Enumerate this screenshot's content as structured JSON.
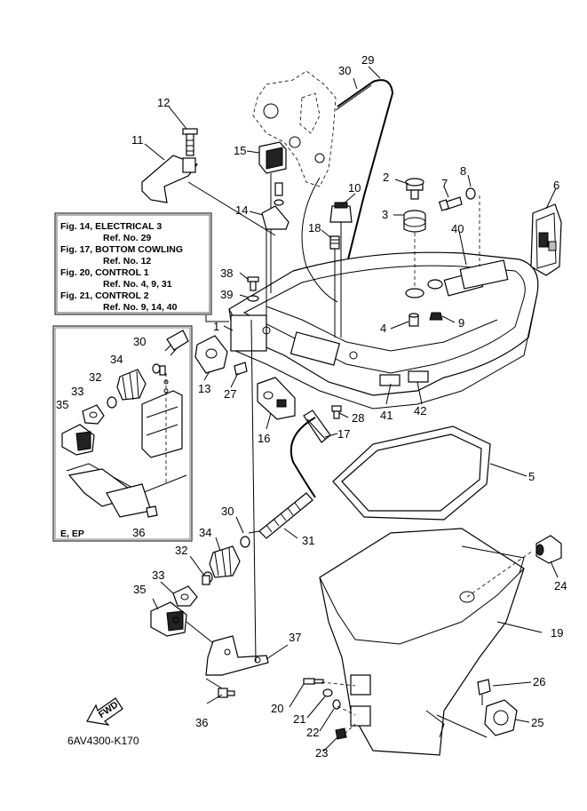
{
  "reference_box": {
    "lines": [
      "Fig. 14, ELECTRICAL 3",
      "Ref. No. 29",
      "Fig. 17, BOTTOM COWLING",
      "Ref. No. 12",
      "Fig. 20, CONTROL 1",
      "Ref. No. 4, 9, 31",
      "Fig. 21, CONTROL 2",
      "Ref. No. 9, 14, 40"
    ]
  },
  "inset": {
    "label": "E, EP"
  },
  "fwd_label": "FWD",
  "drawing_code": "6AV4300-K170",
  "callouts": {
    "c1": "1",
    "c2": "2",
    "c3": "3",
    "c4": "4",
    "c5": "5",
    "c6": "6",
    "c7": "7",
    "c8": "8",
    "c9": "9",
    "c10": "10",
    "c11": "11",
    "c12": "12",
    "c13": "13",
    "c14": "14",
    "c15": "15",
    "c16": "16",
    "c17": "17",
    "c18": "18",
    "c19": "19",
    "c20": "20",
    "c21": "21",
    "c22": "22",
    "c23": "23",
    "c24": "24",
    "c25": "25",
    "c26": "26",
    "c27": "27",
    "c28": "28",
    "c29": "29",
    "c30": "30",
    "c31": "31",
    "c32": "32",
    "c33": "33",
    "c34": "34",
    "c35": "35",
    "c36": "36",
    "c37": "37",
    "c38": "38",
    "c39": "39",
    "c40": "40",
    "c41": "41",
    "c42": "42",
    "i30": "30",
    "i32": "32",
    "i33": "33",
    "i34": "34",
    "i35": "35",
    "i36": "36"
  }
}
